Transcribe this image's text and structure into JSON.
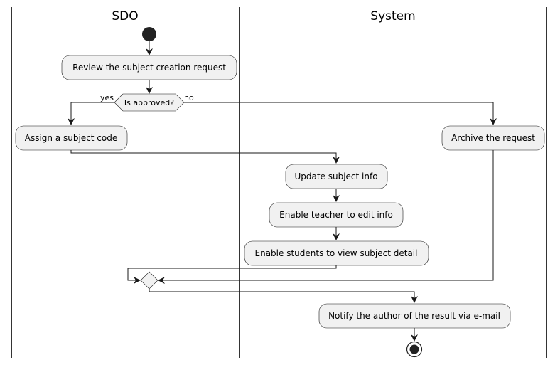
{
  "swimlanes": {
    "sdo": "SDO",
    "system": "System"
  },
  "activities": {
    "review": "Review the subject creation request",
    "assign_code": "Assign a subject code",
    "archive": "Archive the request",
    "update_info": "Update subject info",
    "enable_teacher": "Enable teacher to edit info",
    "enable_students": "Enable students to view subject detail",
    "notify_author": "Notify the author of the result via e-mail"
  },
  "decision": {
    "question": "Is approved?",
    "yes_label": "yes",
    "no_label": "no"
  },
  "colors": {
    "node_fill": "#f1f1f1",
    "line": "#181818",
    "start_node": "#222222"
  }
}
